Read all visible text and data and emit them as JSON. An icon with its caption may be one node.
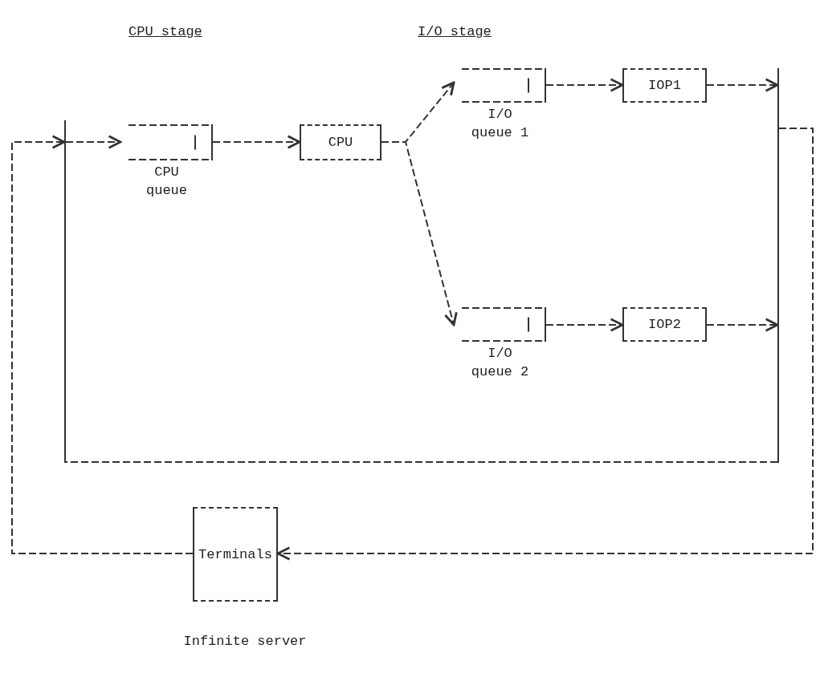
{
  "diagram": {
    "nodes": [
      {
        "text": [
          "CPU queue"
        ]
      },
      {
        "text": [
          "CPU"
        ]
      },
      {
        "text": [
          "I/O queue 1"
        ]
      },
      {
        "text": [
          "IOP1"
        ]
      },
      {
        "text": [
          "I/O queue 2"
        ]
      },
      {
        "text": [
          "IOP2"
        ]
      },
      {
        "text": [
          "Terminals"
        ],
        "beside": [
          "Infinite server"
        ]
      },
      {
        "text": [],
        "shape": "bar"
      },
      {
        "text": [],
        "shape": "bar"
      }
    ],
    "edges": [
      {
        "from": 6,
        "to": 7,
        "arrow": "to"
      },
      {
        "from": 7,
        "to": 0,
        "arrow": "to"
      },
      {
        "from": 0,
        "to": 1,
        "arrow": "to"
      },
      {
        "from": 1,
        "to": 2,
        "arrow": "to"
      },
      {
        "from": 1,
        "to": 4,
        "arrow": "to"
      },
      {
        "from": 2,
        "to": 3,
        "arrow": "to"
      },
      {
        "from": 4,
        "to": 5,
        "arrow": "to"
      },
      {
        "from": 3,
        "to": 8,
        "arrow": "to"
      },
      {
        "from": 5,
        "to": 8,
        "arrow": "to"
      },
      {
        "from": 8,
        "to": 7,
        "arrow": "none"
      },
      {
        "from": 8,
        "to": 6,
        "arrow": "to"
      }
    ],
    "labels": [
      "CPU stage",
      "I/O stage"
    ]
  }
}
